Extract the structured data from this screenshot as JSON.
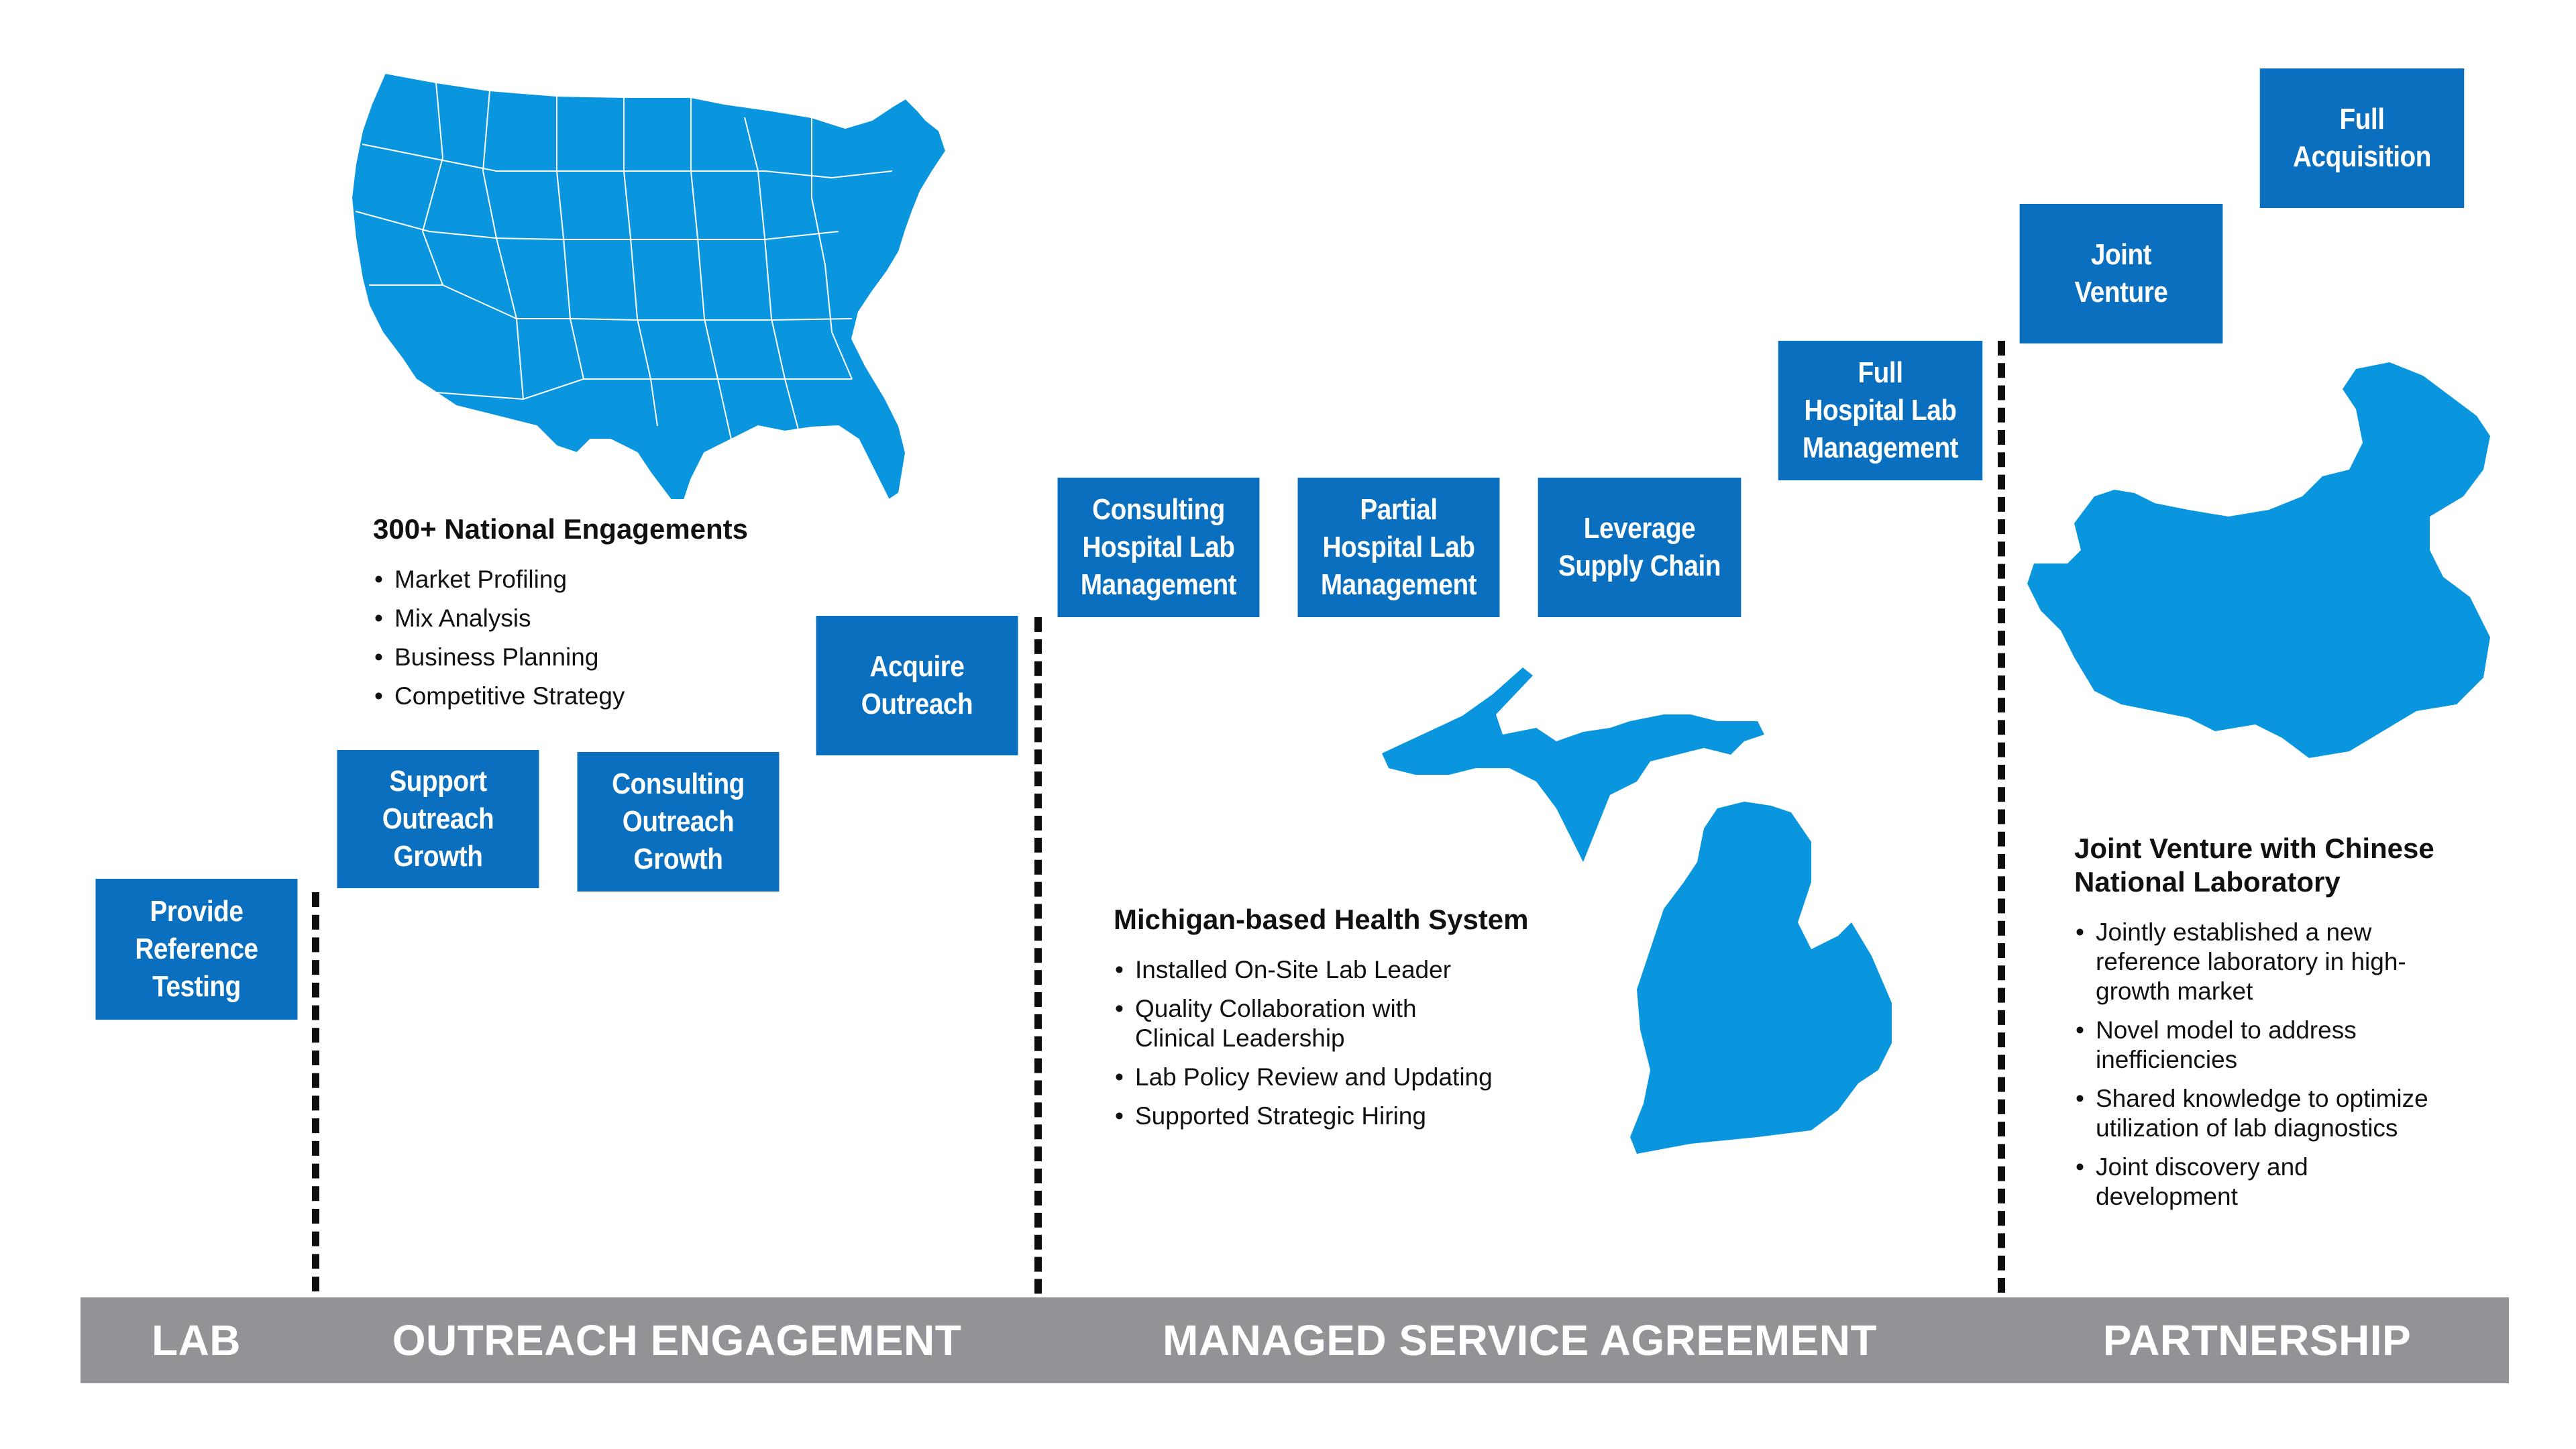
{
  "colors": {
    "step_box": "#0a6fbf",
    "map_fill": "#0a96de",
    "phase_bar": "#919396",
    "divider": "#0e0e0e"
  },
  "steps": [
    {
      "label": "Provide\nReference\nTesting"
    },
    {
      "label": "Support\nOutreach\nGrowth"
    },
    {
      "label": "Consulting\nOutreach\nGrowth"
    },
    {
      "label": "Acquire\nOutreach"
    },
    {
      "label": "Consulting\nHospital Lab\nManagement"
    },
    {
      "label": "Partial\nHospital Lab\nManagement"
    },
    {
      "label": "Leverage\nSupply Chain"
    },
    {
      "label": "Full\nHospital Lab\nManagement"
    },
    {
      "label": "Joint\nVenture"
    },
    {
      "label": "Full\nAcquisition"
    }
  ],
  "phases": [
    {
      "label": "LAB"
    },
    {
      "label": "OUTREACH ENGAGEMENT"
    },
    {
      "label": "MANAGED SERVICE AGREEMENT"
    },
    {
      "label": "PARTNERSHIP"
    }
  ],
  "maps": {
    "usa": "usa-map-icon",
    "michigan": "michigan-map-icon",
    "china": "china-map-icon"
  },
  "national": {
    "title": "300+ National Engagements",
    "items": [
      "Market Profiling",
      "Mix Analysis",
      "Business Planning",
      "Competitive Strategy"
    ]
  },
  "michigan": {
    "title": "Michigan-based Health System",
    "items": [
      "Installed On-Site Lab Leader",
      "Quality Collaboration with\nClinical Leadership",
      "Lab Policy Review and Updating",
      "Supported Strategic Hiring"
    ]
  },
  "china": {
    "title": "Joint Venture with Chinese\nNational Laboratory",
    "items": [
      "Jointly established a new\nreference laboratory in high-\ngrowth market",
      "Novel model to address\ninefficiencies",
      "Shared knowledge to optimize\nutilization of lab diagnostics",
      "Joint discovery and\ndevelopment"
    ]
  }
}
